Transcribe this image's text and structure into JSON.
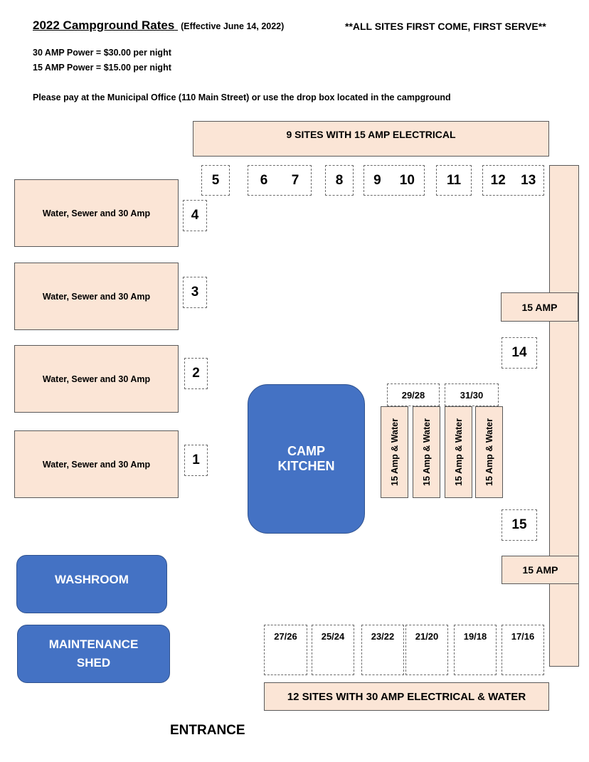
{
  "header": {
    "title": "2022 Campground Rates",
    "effective": "(Effective June 14, 2022)",
    "notice": "**ALL SITES FIRST COME, FIRST SERVE**",
    "rates": [
      "30 AMP Power = $30.00 per night",
      "15 AMP Power = $15.00 per night"
    ],
    "payment": "Please pay at the Municipal Office (110 Main Street) or use the drop box located in the campground"
  },
  "map": {
    "top_block": "9 SITES WITH 15 AMP ELECTRICAL",
    "bottom_block": "12 SITES WITH 30 AMP ELECTRICAL & WATER",
    "right_labels": [
      "15 AMP",
      "15 AMP"
    ],
    "left_blocks": [
      "Water, Sewer and 30 Amp",
      "Water, Sewer and 30 Amp",
      "Water, Sewer and 30 Amp",
      "Water, Sewer and 30 Amp"
    ],
    "left_sites": [
      "4",
      "3",
      "2",
      "1"
    ],
    "top_sites": [
      [
        "5"
      ],
      [
        "6",
        "7"
      ],
      [
        "8"
      ],
      [
        "9",
        "10"
      ],
      [
        "11"
      ],
      [
        "12",
        "13"
      ]
    ],
    "right_sites": [
      "14",
      "15"
    ],
    "center_sites": [
      "29/28",
      "31/30"
    ],
    "center_strips": [
      "15 Amp & Water",
      "15 Amp & Water",
      "15 Amp & Water",
      "15 Amp & Water"
    ],
    "bottom_sites": [
      "27/26",
      "25/24",
      "23/22",
      "21/20",
      "19/18",
      "17/16"
    ],
    "buildings": {
      "kitchen": [
        "CAMP",
        "KITCHEN"
      ],
      "washroom": "WASHROOM",
      "shed": [
        "MAINTENANCE",
        "SHED"
      ]
    },
    "entrance": "ENTRANCE"
  },
  "colors": {
    "site_fill": "#fbe5d6",
    "building_fill": "#4472c4",
    "outline": "#595959"
  }
}
